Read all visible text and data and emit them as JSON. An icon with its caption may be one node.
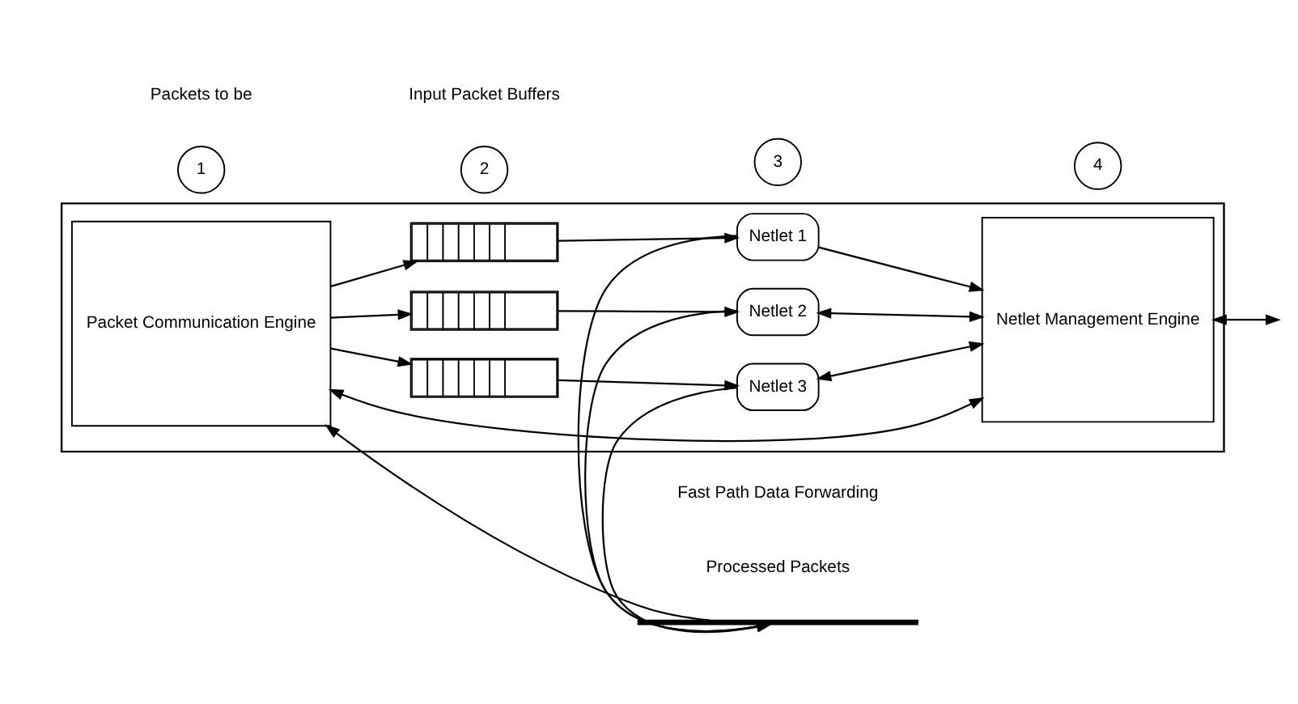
{
  "diagram": {
    "nodes": [
      {
        "text": [],
        "shape": "box"
      },
      {
        "text": [
          "Packet Communication Engine"
        ],
        "in": 0
      },
      {
        "text": [
          "Netlet Management Engine"
        ],
        "in": 0
      },
      {
        "text": [
          "Netlet 1"
        ],
        "in": 0
      },
      {
        "text": [
          "Netlet 2"
        ],
        "in": 0
      },
      {
        "text": [
          "Netlet 3"
        ],
        "in": 0
      },
      {
        "text": [],
        "shape": "queue",
        "in": 0
      },
      {
        "text": [],
        "shape": "queue",
        "in": 0
      },
      {
        "text": [],
        "shape": "queue",
        "in": 0
      },
      {
        "text": [
          "1"
        ]
      },
      {
        "text": [
          "2"
        ]
      },
      {
        "text": [
          "3"
        ]
      },
      {
        "text": [
          "4"
        ]
      },
      {
        "text": [],
        "shape": "bar"
      }
    ],
    "edges": [
      {
        "from": 1,
        "to": 6,
        "arrow": "to"
      },
      {
        "from": 1,
        "to": 7,
        "arrow": "to"
      },
      {
        "from": 1,
        "to": 8,
        "arrow": "to"
      },
      {
        "from": 6,
        "to": 3,
        "arrow": "to"
      },
      {
        "from": 7,
        "to": 4,
        "arrow": "to"
      },
      {
        "from": 8,
        "to": 5,
        "arrow": "to"
      },
      {
        "from": 1,
        "to": 2,
        "arrow": "both"
      },
      {
        "from": 3,
        "to": 2,
        "arrow": "to"
      },
      {
        "from": 4,
        "to": 2,
        "arrow": "both"
      },
      {
        "from": 5,
        "to": 2,
        "arrow": "both"
      },
      {
        "from": 2,
        "to": null,
        "arrow": "both"
      },
      {
        "from": 13,
        "to": 1,
        "arrow": "to"
      },
      {
        "from": 3,
        "to": 13,
        "arrow": "to"
      },
      {
        "from": 4,
        "to": 13,
        "arrow": "to"
      },
      {
        "from": 5,
        "to": 13,
        "arrow": "to"
      }
    ],
    "labels": [
      "Input Packet Buffers",
      "Packets to be",
      "Processed Packets",
      "Fast Path Data Forwarding"
    ]
  }
}
